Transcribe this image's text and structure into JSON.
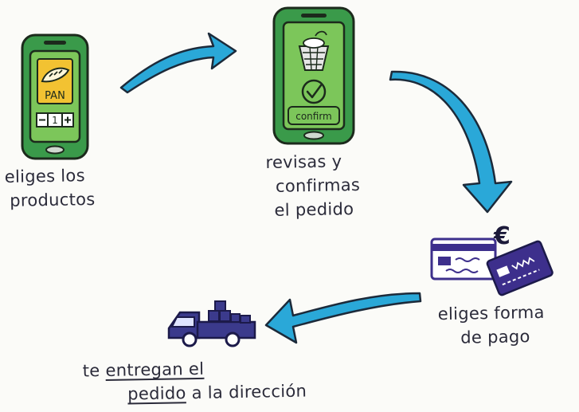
{
  "colors": {
    "phone_green": "#3a9a4a",
    "phone_outline": "#1c2a1c",
    "screen_green": "#7cc65a",
    "arrow_blue": "#2aa8d8",
    "card_purple": "#3d2f8c",
    "truck_purple": "#3b3a8c",
    "ink": "#2b2b3a",
    "label_yellow": "#f2c232"
  },
  "icons": [
    "phone-icon",
    "bread-icon",
    "basket-icon",
    "check-icon",
    "cards-icon",
    "euro-icon",
    "truck-icon",
    "arrow-icon"
  ],
  "steps": [
    {
      "id": "choose-products",
      "screen_label": "PAN",
      "counter": "1",
      "caption": [
        "eliges los",
        "productos"
      ]
    },
    {
      "id": "review-confirm",
      "button_label": "confirm",
      "caption": [
        "revisas y",
        "confirmas",
        "el pedido"
      ]
    },
    {
      "id": "payment",
      "currency": "€",
      "caption": [
        "eliges forma",
        "de pago"
      ]
    },
    {
      "id": "delivery",
      "caption_line1": [
        "te",
        "entregan el"
      ],
      "caption_line2": [
        "pedido",
        "a la dirección"
      ]
    }
  ]
}
